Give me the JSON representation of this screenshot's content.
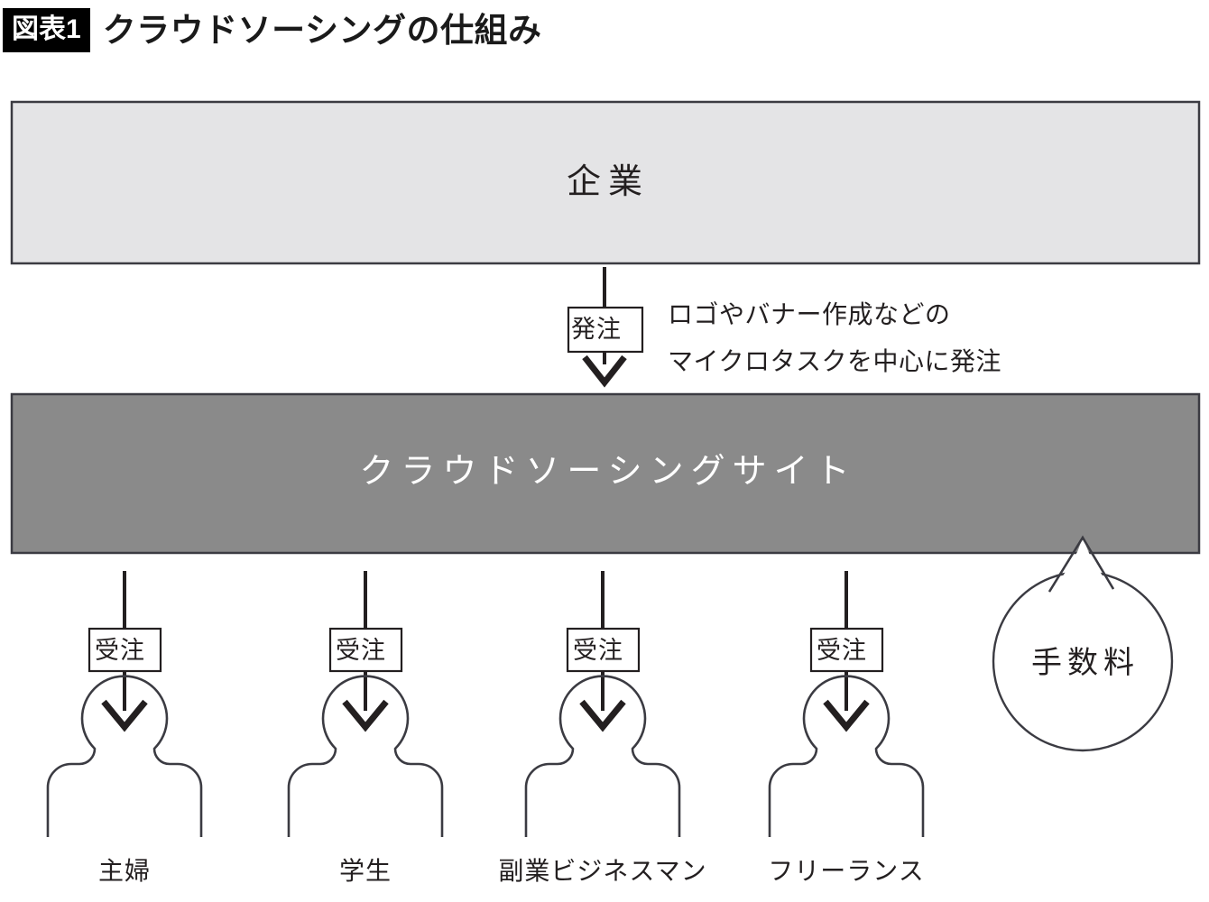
{
  "header": {
    "badge": "図表1",
    "title": "クラウドソーシングの仕組み"
  },
  "diagram": {
    "type": "flow",
    "nodes": {
      "enterprise": {
        "label": "企業",
        "fill": "#e4e4e6",
        "stroke": "#3b3b42",
        "text_color": "#231f20"
      },
      "platform": {
        "label": "クラウドソーシングサイト",
        "fill": "#8a8a8a",
        "stroke": "#3b3b42",
        "text_color": "#ffffff"
      },
      "fee": {
        "label": "手数料",
        "fill": "#ffffff",
        "stroke": "#3b3b42",
        "text_color": "#231f20",
        "shape": "speech-balloon-circle"
      }
    },
    "order_flow": {
      "tag": "発注",
      "annotation_lines": [
        "ロゴやバナー作成などの",
        "マイクロタスクを中心に発注"
      ]
    },
    "worker_flows": [
      {
        "tag": "受注",
        "label": "主婦"
      },
      {
        "tag": "受注",
        "label": "学生"
      },
      {
        "tag": "受注",
        "label": "副業ビジネスマン"
      },
      {
        "tag": "受注",
        "label": "フリーランス"
      }
    ]
  },
  "colors": {
    "ink": "#231f20",
    "line": "#3b3b42",
    "light_gray_fill": "#e4e4e6",
    "mid_gray_fill": "#8a8a8a",
    "badge_bg": "#000000",
    "page_bg": "#ffffff"
  }
}
